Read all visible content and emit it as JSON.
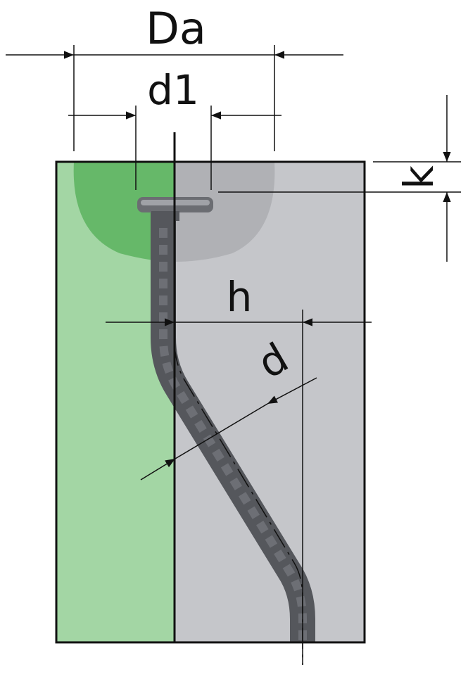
{
  "labels": {
    "outer_diameter": "Da",
    "head_diameter": "d1",
    "head_thickness": "k",
    "offset": "h",
    "bar_diameter": "d"
  },
  "colors": {
    "concrete_left": "#a3d6a4",
    "concrete_right": "#c5c6ca",
    "bulb_left": "#5cb35f",
    "bulb_right": "#a9aaae",
    "rebar": "#5a5c61",
    "line": "#111111"
  }
}
